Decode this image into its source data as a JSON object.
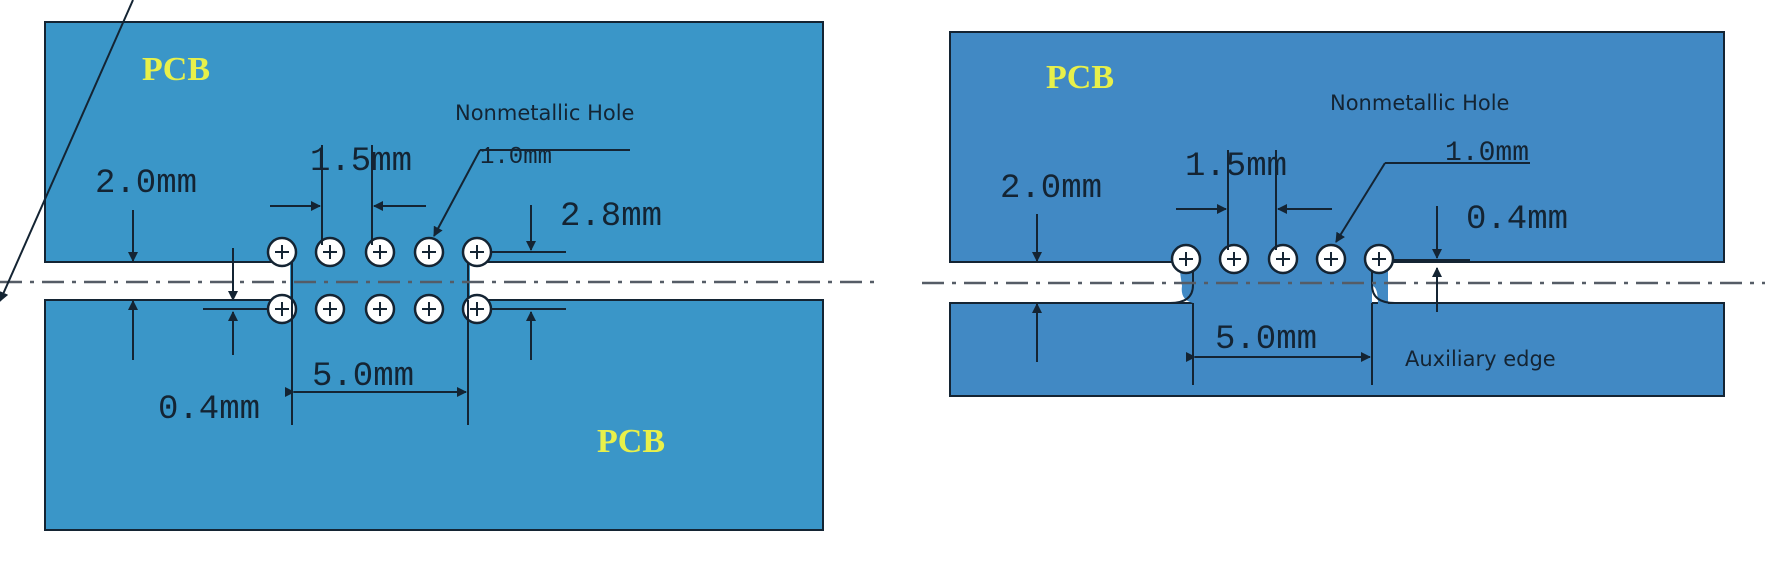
{
  "colors": {
    "board_left": "#3a96c8",
    "board_right": "#4189c4",
    "pcb_text": "#e8f04a",
    "line": "#142433"
  },
  "left": {
    "pcb_top": "PCB",
    "pcb_bottom": "PCB",
    "hole_label": "Nonmetallic Hole",
    "hole_diameter": "1.0mm",
    "hole_pitch": "1.5mm",
    "slot_width": "2.0mm",
    "row_spacing": "2.8mm",
    "hole_offset": "0.4mm",
    "bridge_width": "5.0mm"
  },
  "right": {
    "pcb_top": "PCB",
    "hole_label": "Nonmetallic Hole",
    "hole_diameter": "1.0mm",
    "hole_pitch": "1.5mm",
    "slot_width": "2.0mm",
    "hole_offset": "0.4mm",
    "bridge_width": "5.0mm",
    "edge_label": "Auxiliary edge"
  }
}
